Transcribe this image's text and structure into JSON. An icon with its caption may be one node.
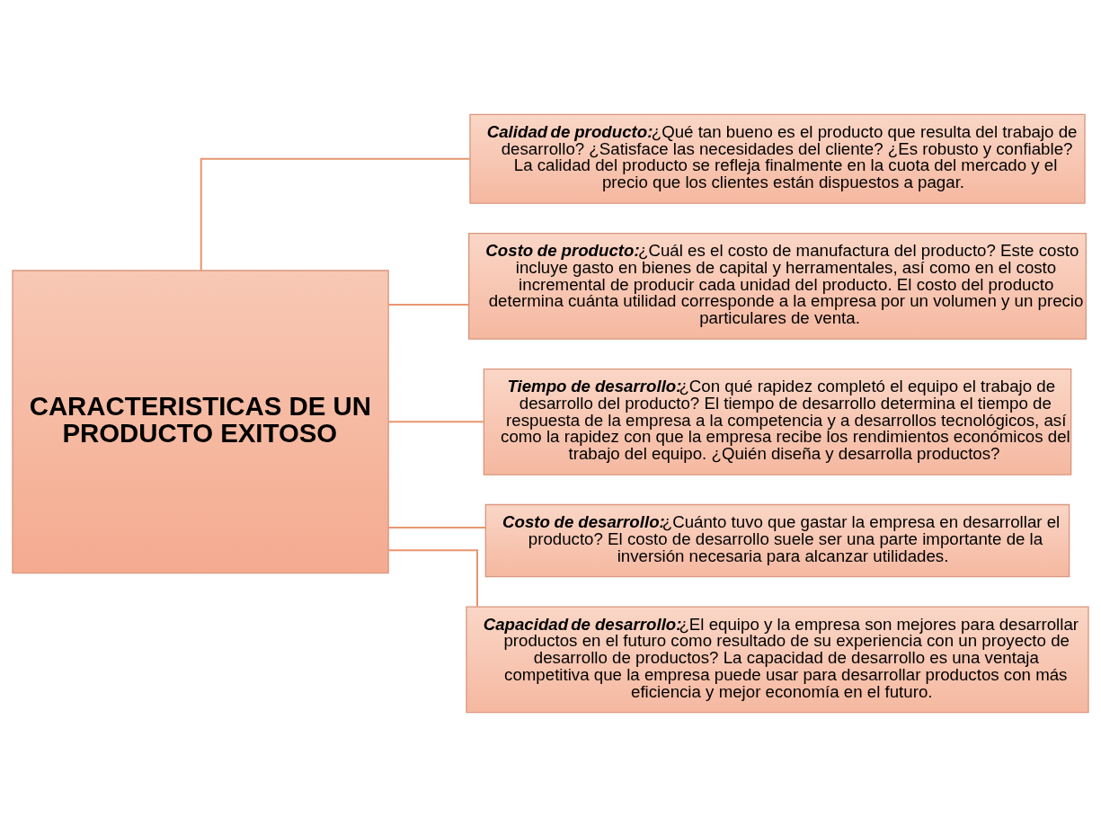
{
  "diagram": {
    "nodes": [
      {
        "text": [
          "CARACTERISTICAS DE UN PRODUCTO EXITOSO"
        ]
      },
      {
        "text": [
          "Calidad de producto:",
          "¿Qué tan bueno es el producto que resulta del trabajo de desarrollo? ¿Satisface las necesidades del cliente? ¿Es robusto y confiable? La calidad del producto se refleja finalmente en la cuota del mercado y el precio que los clientes están dispuestos a pagar."
        ]
      },
      {
        "text": [
          "Costo de producto:",
          "¿Cuál es el costo de manufactura del producto? Este costo incluye gasto en bienes de capital y herramentales, así como en el costo incremental de producir cada unidad del producto. El costo del producto determina cuánta utilidad corresponde a la empresa por un volumen y un precio particulares de venta."
        ]
      },
      {
        "text": [
          "Tiempo de desarrollo:",
          "¿Con qué rapidez completó el equipo el trabajo de desarrollo del producto? El tiempo de desarrollo determina el tiempo de respuesta de la empresa a la competencia y a desarrollos tecnológicos, así como la rapidez con que la empresa recibe los rendimientos económicos del trabajo del equipo. ¿Quién diseña y desarrolla productos?"
        ]
      },
      {
        "text": [
          "Costo de desarrollo:",
          "¿Cuánto tuvo que gastar la empresa en desarrollar el producto? El costo de desarrollo suele ser una parte importante de la inversión necesaria para alcanzar utilidades."
        ]
      },
      {
        "text": [
          "Capacidad de desarrollo:",
          "¿El equipo y la empresa son mejores para desarrollar productos en el futuro como resultado de su experiencia con un proyecto de desarrollo de productos? La capacidad de desarrollo es una ventaja competitiva que la empresa puede usar para desarrollar productos con más eficiencia y mejor economía en el futuro."
        ]
      }
    ],
    "edges": [
      {
        "from": 0,
        "to": 1,
        "arrow": "none"
      },
      {
        "from": 0,
        "to": 2,
        "arrow": "none"
      },
      {
        "from": 0,
        "to": 3,
        "arrow": "none"
      },
      {
        "from": 0,
        "to": 4,
        "arrow": "none"
      },
      {
        "from": 0,
        "to": 5,
        "arrow": "none"
      }
    ]
  }
}
